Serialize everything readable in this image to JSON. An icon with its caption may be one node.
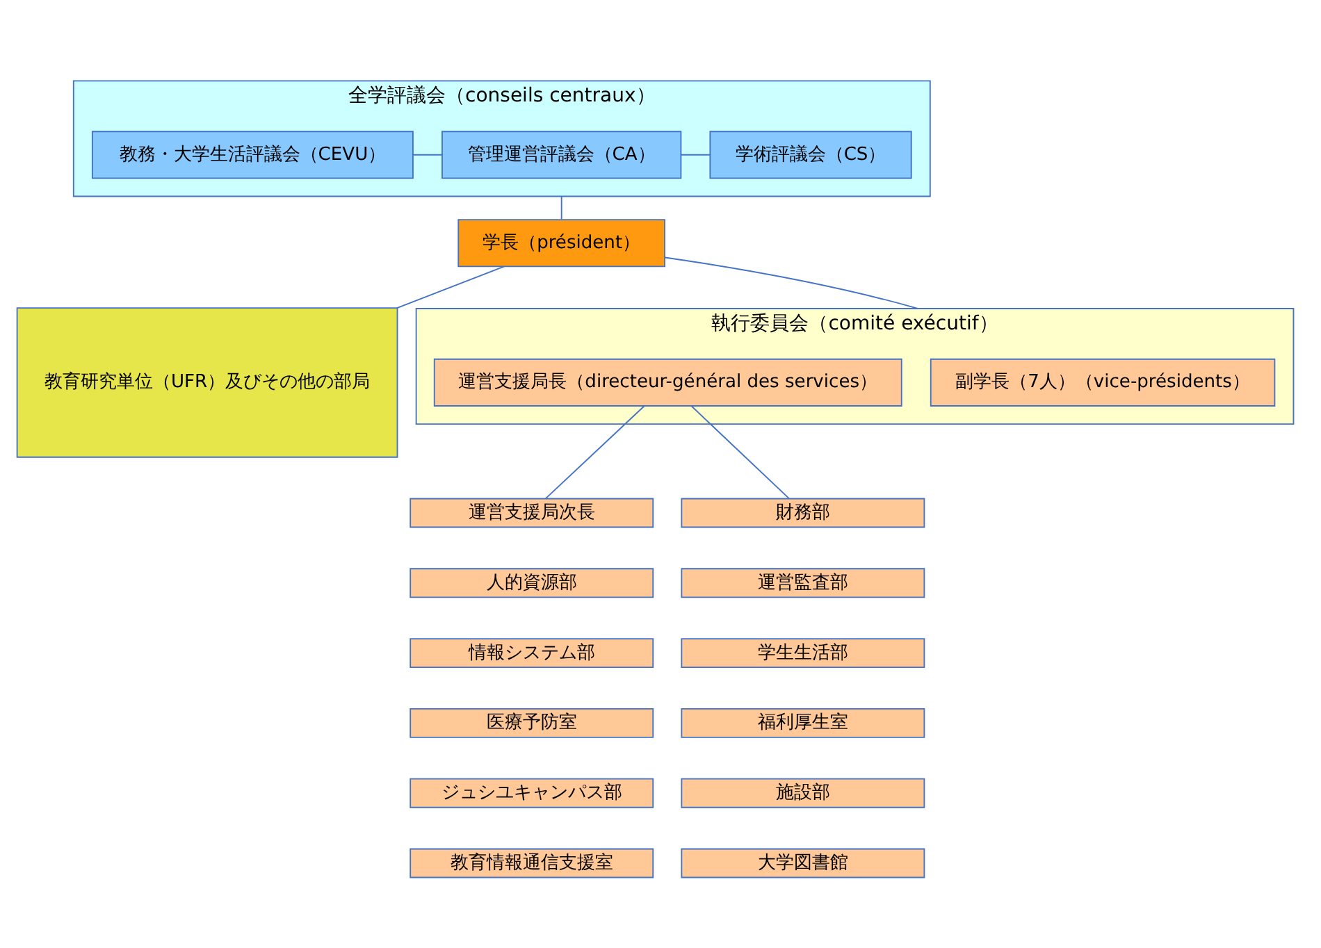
{
  "diagram": {
    "nodes": [
      {
        "text": [
          "全学評議会（conseils centraux）"
        ]
      },
      {
        "text": [
          "学術評議会（CS）"
        ],
        "in": 0
      },
      {
        "text": [
          "管理運営評議会（CA）"
        ],
        "in": 0
      },
      {
        "text": [
          "教務・大学生活評議会（CEVU）"
        ],
        "in": 0
      },
      {
        "text": [
          "学長（président）"
        ]
      },
      {
        "text": [
          "教育研究単位（UFR）及びその他の部局"
        ]
      },
      {
        "text": [
          "執行委員会（comité exécutif）"
        ]
      },
      {
        "text": [
          "副学長（7人）（vice-présidents）"
        ],
        "in": 6
      },
      {
        "text": [
          "運営支援局長（directeur-général des services）"
        ],
        "in": 6
      },
      {
        "text": [
          "運営支援局次長"
        ]
      },
      {
        "text": [
          "財務部"
        ]
      },
      {
        "text": [
          "人的資源部"
        ]
      },
      {
        "text": [
          "運営監査部"
        ]
      },
      {
        "text": [
          "情報システム部"
        ]
      },
      {
        "text": [
          "学生生活部"
        ]
      },
      {
        "text": [
          "医療予防室"
        ]
      },
      {
        "text": [
          "福利厚生室"
        ]
      },
      {
        "text": [
          "ジュシユキャンパス部"
        ]
      },
      {
        "text": [
          "施設部"
        ]
      },
      {
        "text": [
          "教育情報通信支援室"
        ]
      },
      {
        "text": [
          "大学図書館"
        ]
      }
    ],
    "edges": [
      {
        "from": 1,
        "to": 2,
        "arrow": "none"
      },
      {
        "from": 2,
        "to": 3,
        "arrow": "none"
      },
      {
        "from": 0,
        "to": 4,
        "arrow": "none"
      },
      {
        "from": 4,
        "to": 5,
        "arrow": "none"
      },
      {
        "from": 4,
        "to": 6,
        "arrow": "none"
      },
      {
        "from": 8,
        "to": 9,
        "arrow": "none"
      },
      {
        "from": 8,
        "to": 10,
        "arrow": "none"
      }
    ]
  }
}
